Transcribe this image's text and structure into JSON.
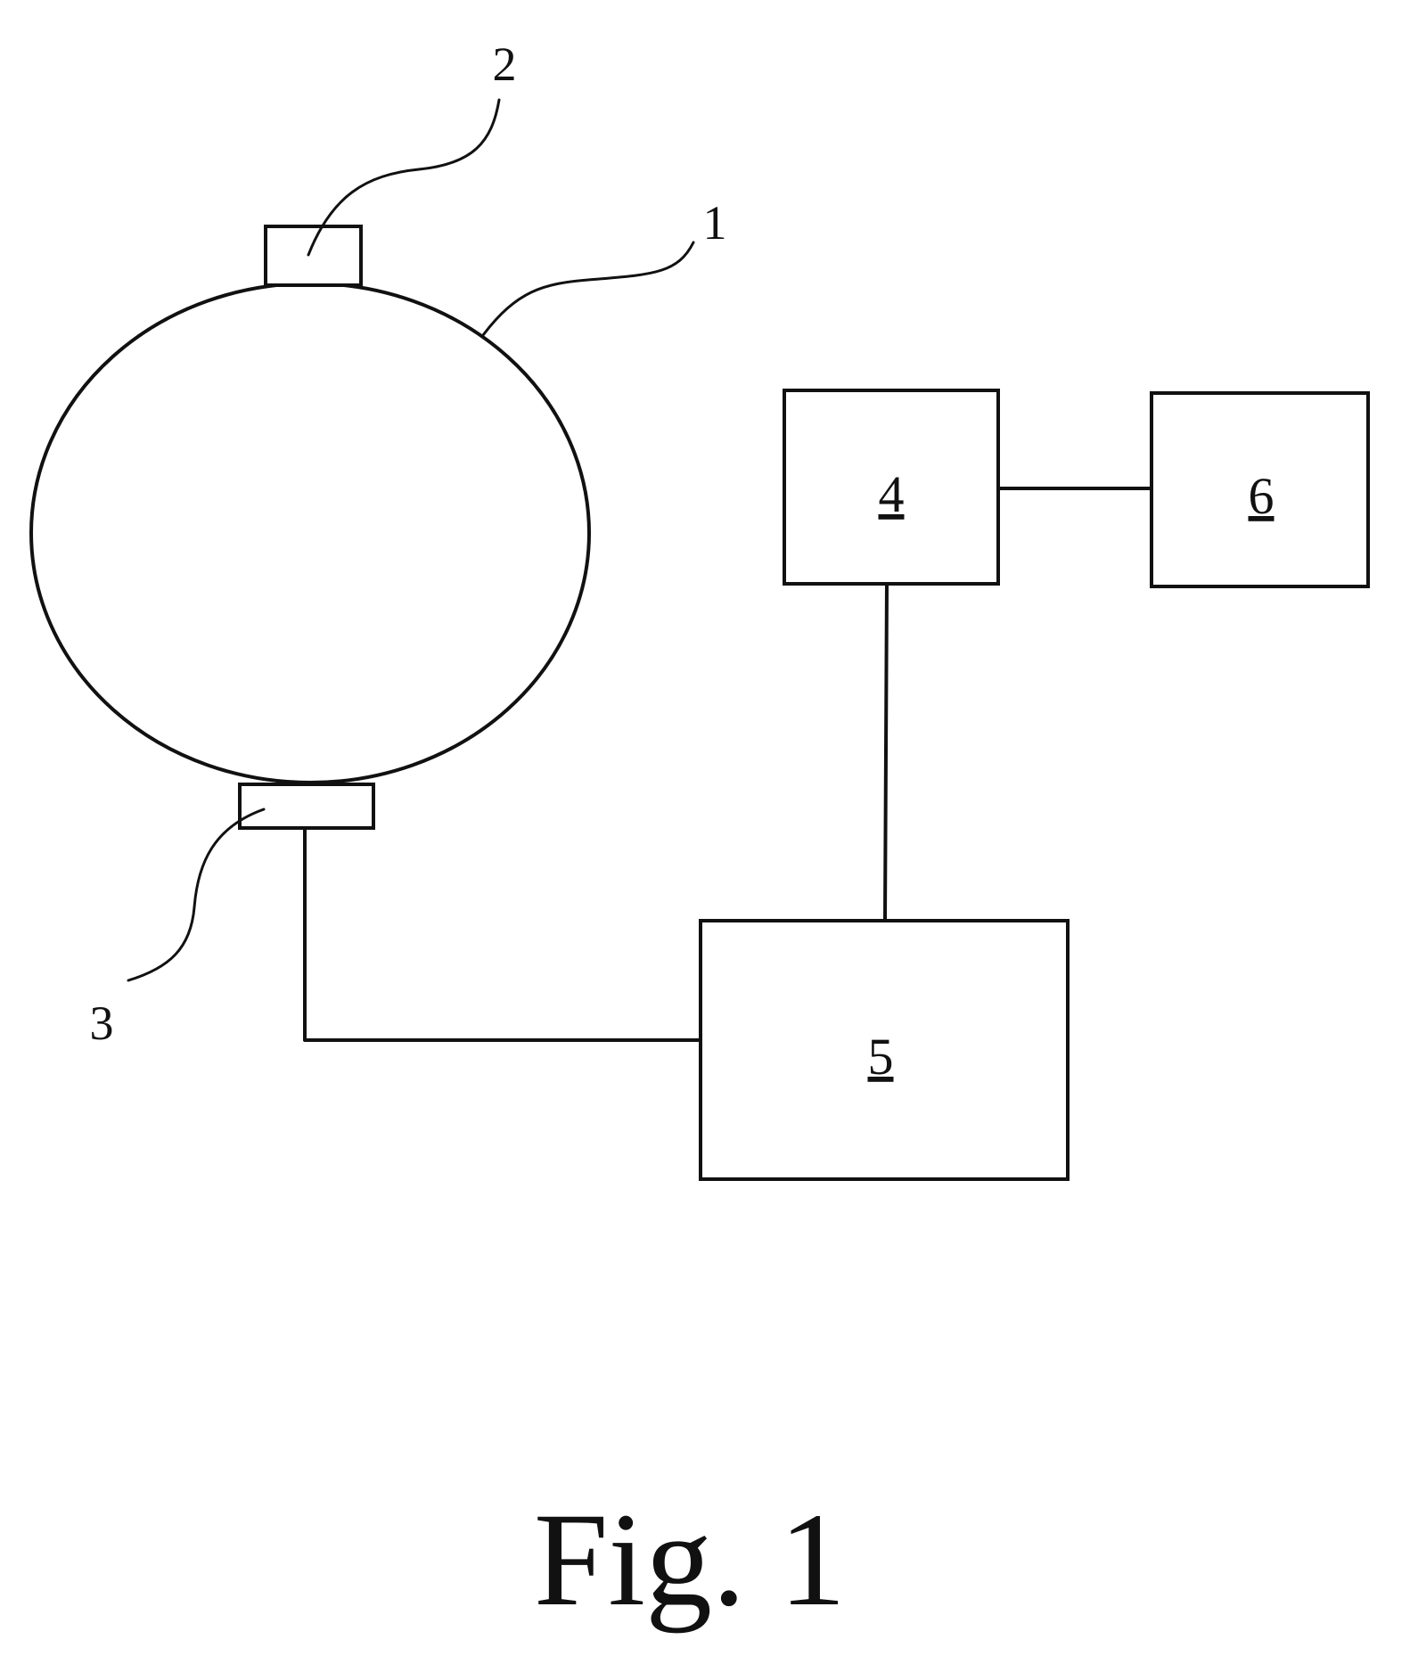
{
  "figure": {
    "caption": "Fig. 1",
    "reference_numerals": {
      "vessel": "1",
      "top_port": "2",
      "bottom_port": "3"
    },
    "boxes": {
      "box_4": "4",
      "box_5": "5",
      "box_6": "6"
    }
  }
}
